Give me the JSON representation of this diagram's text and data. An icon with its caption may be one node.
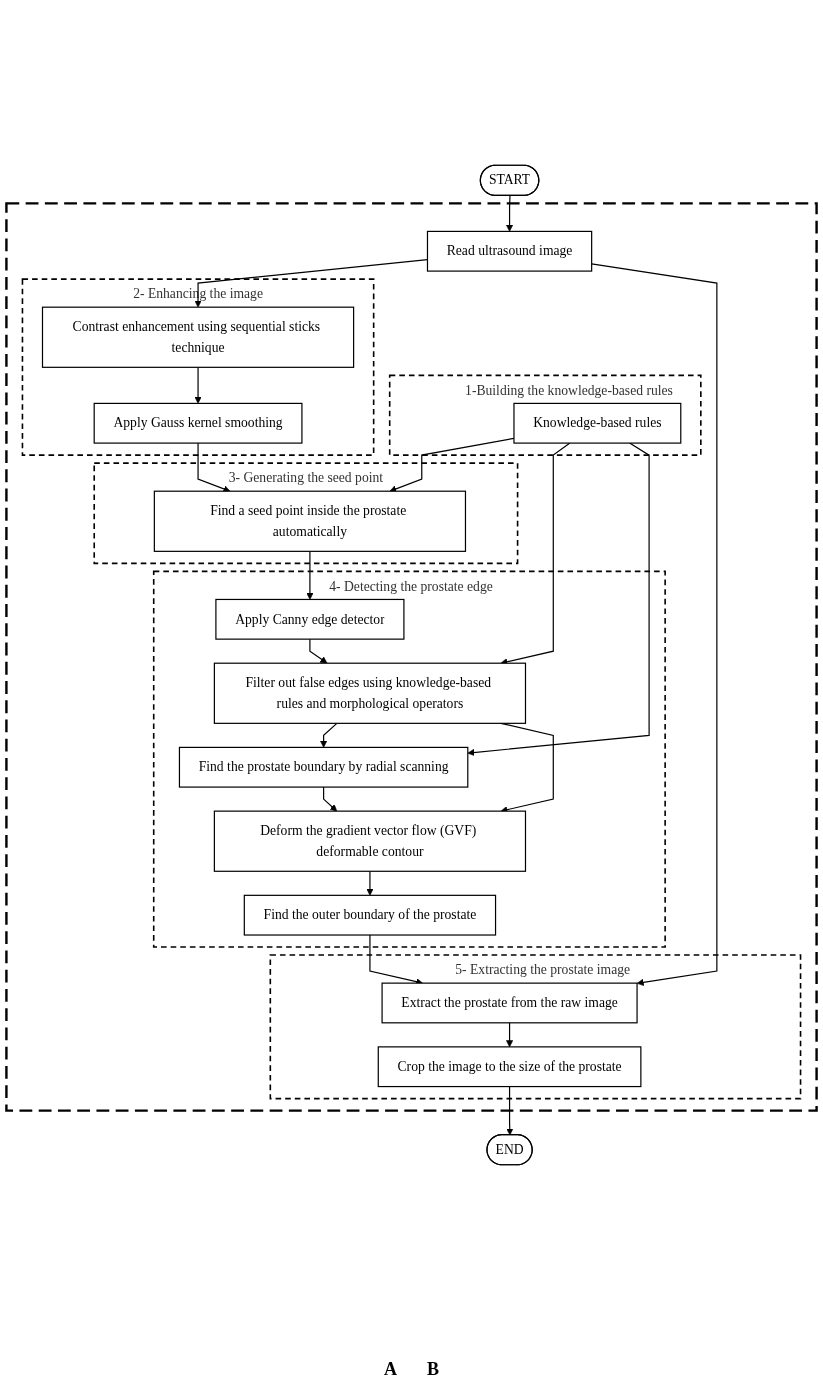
{
  "diagram": {
    "nodes": [
      {
        "text": [
          "START"
        ]
      },
      {
        "text": [],
        "shape": "box"
      },
      {
        "text": [
          "Read ultrasound image"
        ],
        "in": 1
      },
      {
        "text": [
          "1-Building the knowledge-based rules"
        ],
        "in": 1
      },
      {
        "text": [
          "Knowledge-based rules"
        ],
        "in": 3
      },
      {
        "text": [
          "2- Enhancing the image"
        ],
        "in": 1
      },
      {
        "text": [
          "Contrast enhancement using sequential sticks technique"
        ],
        "in": 5
      },
      {
        "text": [
          "Apply Gauss kernel smoothing"
        ],
        "in": 5
      },
      {
        "text": [
          "3- Generating the seed point"
        ],
        "in": 1
      },
      {
        "text": [
          "Find a seed point inside the prostate automatically"
        ],
        "in": 8
      },
      {
        "text": [
          "4- Detecting the prostate edge"
        ],
        "in": 1
      },
      {
        "text": [
          "Apply Canny edge detector"
        ],
        "in": 10
      },
      {
        "text": [
          "Filter out false edges using knowledge-based rules and morphological operators"
        ],
        "in": 10
      },
      {
        "text": [
          "Find the prostate boundary by radial scanning"
        ],
        "in": 10
      },
      {
        "text": [
          "Deform the gradient vector flow (GVF) deformable contour"
        ],
        "in": 10
      },
      {
        "text": [
          "Find the outer boundary of the prostate"
        ],
        "in": 10
      },
      {
        "text": [
          "5- Extracting the prostate image"
        ],
        "in": 1
      },
      {
        "text": [
          "Extract the prostate from the raw image"
        ],
        "in": 16
      },
      {
        "text": [
          "Crop the image to the size of the prostate"
        ],
        "in": 16
      },
      {
        "text": [
          "END"
        ]
      }
    ],
    "edges": [
      {
        "from": 0,
        "to": 2,
        "arrow": "to"
      },
      {
        "from": 2,
        "to": 6,
        "arrow": "to"
      },
      {
        "from": 2,
        "to": 17,
        "arrow": "to"
      },
      {
        "from": 6,
        "to": 7,
        "arrow": "to"
      },
      {
        "from": 7,
        "to": 9,
        "arrow": "to"
      },
      {
        "from": 4,
        "to": 9,
        "arrow": "to"
      },
      {
        "from": 4,
        "to": 12,
        "arrow": "to"
      },
      {
        "from": 4,
        "to": 13,
        "arrow": "to"
      },
      {
        "from": 9,
        "to": 11,
        "arrow": "to"
      },
      {
        "from": 11,
        "to": 12,
        "arrow": "to"
      },
      {
        "from": 12,
        "to": 13,
        "arrow": "to"
      },
      {
        "from": 12,
        "to": 14,
        "arrow": "to"
      },
      {
        "from": 13,
        "to": 14,
        "arrow": "to"
      },
      {
        "from": 14,
        "to": 15,
        "arrow": "to"
      },
      {
        "from": 15,
        "to": 17,
        "arrow": "to"
      },
      {
        "from": 17,
        "to": 18,
        "arrow": "to"
      },
      {
        "from": 18,
        "to": 19,
        "arrow": "to"
      }
    ],
    "labels": [
      "A",
      "B"
    ]
  }
}
